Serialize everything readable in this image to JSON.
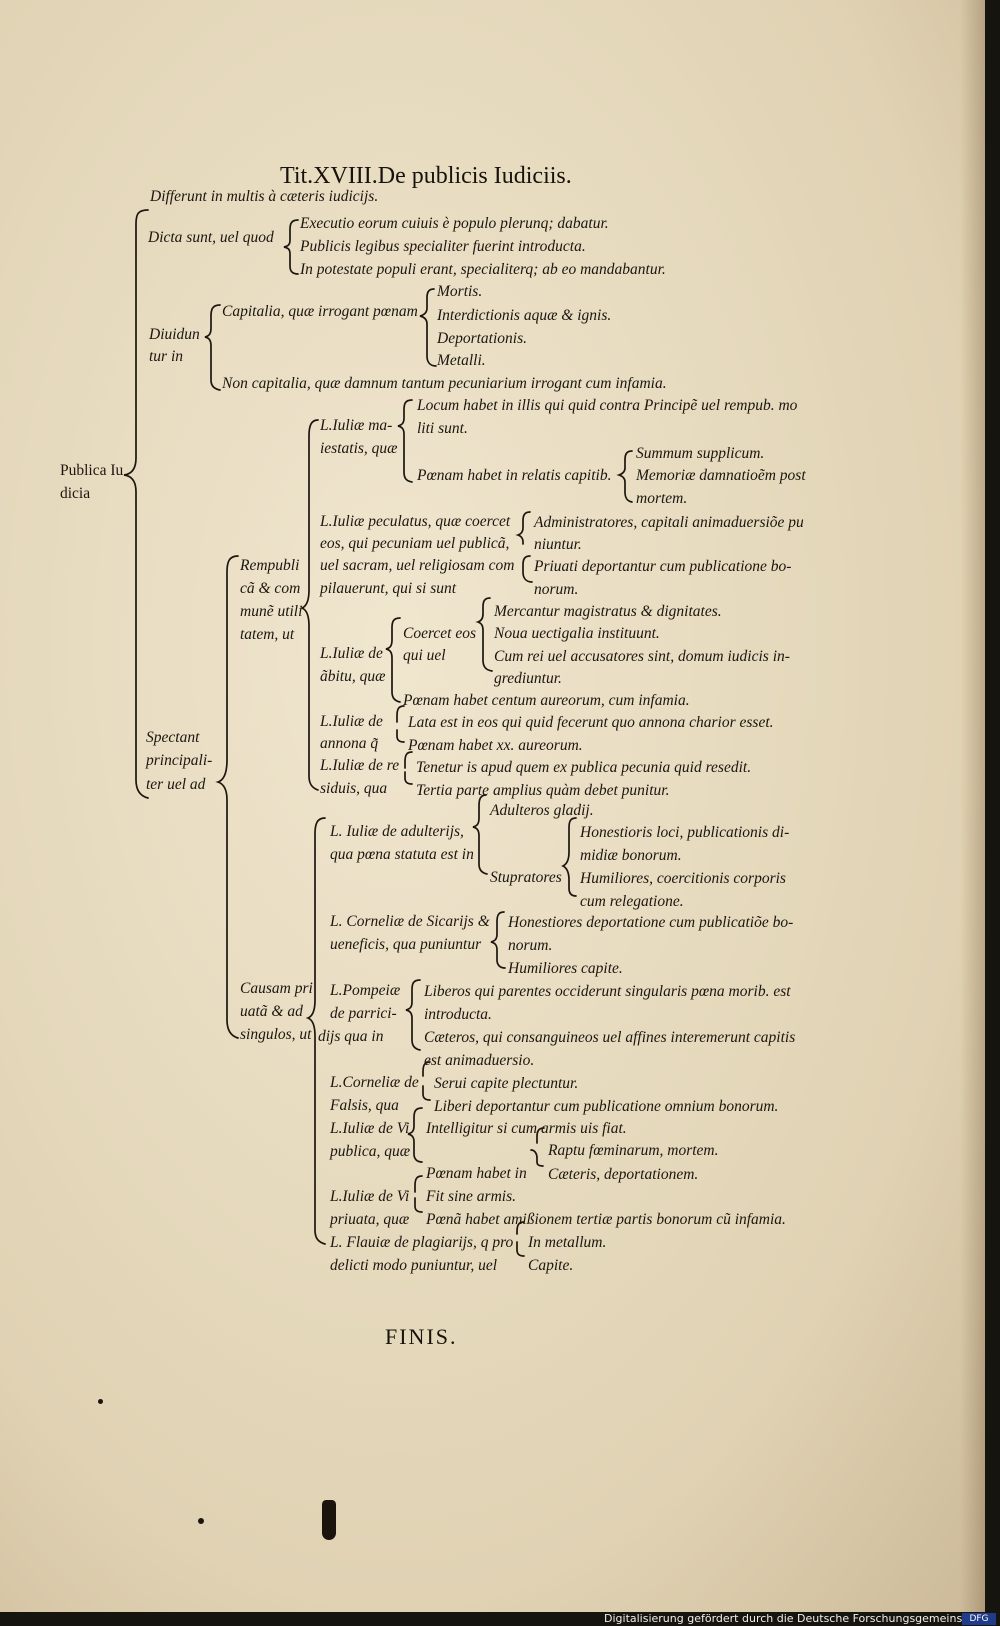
{
  "title": "Tit.XVIII.De publicis Iudiciis.",
  "finis": "FINIS.",
  "footer": "Digitalisierung gefördert durch die Deutsche Forschungsgemeinschaft ·",
  "footer_logo": "DFG",
  "lines": {
    "l01": "Differunt in multis à cæteris iudicijs.",
    "l02": "Dicta sunt, uel quod",
    "l03": "Executio eorum cuiuis è populo plerunq; dabatur.",
    "l04": "Publicis legibus specialiter fuerint introducta.",
    "l05": "In potestate populi erant, specialiterq; ab eo mandabantur.",
    "l06": "Mortis.",
    "l07": "Capitalia, quæ irrogant pœnam",
    "l08": "Interdictionis aquæ & ignis.",
    "l09": "Diuidun",
    "l10": "Deportationis.",
    "l11": "tur in",
    "l12": "Metalli.",
    "l13": "Non capitalia, quæ damnum tantum pecuniarium irrogant cum infamia.",
    "l14": "Locum habet in illis qui quid contra Principẽ uel rempub. mo",
    "l15": "L.Iuliæ ma-",
    "l16": "liti sunt.",
    "l17": "iestatis, quæ",
    "l18": "Summum supplicum.",
    "l19": "Publica Iu",
    "l20": "Pœnam habet in relatis capitib.",
    "l21": "Memoriæ damnatioẽm post",
    "l22": "dicia",
    "l23": "mortem.",
    "l24": "L.Iuliæ peculatus, quæ coercet",
    "l25": "Administratores, capitali animaduersiõe pu",
    "l26": "eos, qui pecuniam uel publicã,",
    "l27": "niuntur.",
    "l28": "Rempubli",
    "l29": "uel sacram, uel religiosam com",
    "l30": "Priuati deportantur cum publicatione bo-",
    "l31": "cã & com",
    "l32": "pilauerunt, qui si sunt",
    "l33": "norum.",
    "l34": "munẽ utili",
    "l35": "Mercantur magistratus & dignitates.",
    "l36": "tatem, ut",
    "l37": "Coercet eos",
    "l38": "Noua uectigalia instituunt.",
    "l39": "L.Iuliæ de",
    "l40": "qui uel",
    "l41": "Cum rei uel accusatores sint, domum iudicis in-",
    "l42": "ãbitu, quæ",
    "l43": "grediuntur.",
    "l44": "Pœnam habet centum aureorum, cum infamia.",
    "l45": "L.Iuliæ de",
    "l46": "Lata est in eos qui quid fecerunt quo annona charior esset.",
    "l47": "Spectant",
    "l48": "annona q̃",
    "l49": "Pœnam habet xx. aureorum.",
    "l50": "principali-",
    "l51": "L.Iuliæ de re",
    "l52": "Tenetur is apud quem ex publica pecunia quid resedit.",
    "l53": "ter uel ad",
    "l54": "siduis, qua",
    "l55": "Tertia parte amplius quàm debet punitur.",
    "l56": "Adulteros gladij.",
    "l57": "L. Iuliæ de adulterijs,",
    "l58": "Honestioris loci, publicationis di-",
    "l59": "qua pœna statuta est in",
    "l60": "midiæ bonorum.",
    "l61": "Stupratores",
    "l62": "Humiliores, coercitionis corporis",
    "l63": "cum relegatione.",
    "l64": "L. Corneliæ de Sicarijs &",
    "l65": "Honestiores deportatione cum publicatiõe bo-",
    "l66": "ueneficis, qua puniuntur",
    "l67": "norum.",
    "l68": "Humiliores capite.",
    "l69": "Causam pri",
    "l70": "L.Pompeiæ",
    "l71": "Liberos qui parentes occiderunt singularis pœna morib. est",
    "l72": "uatã & ad",
    "l73": "de parrici-",
    "l74": "introducta.",
    "l75": "singulos, ut",
    "l76": "dijs qua in",
    "l77": "Cæteros, qui consanguineos uel affines interemerunt capitis",
    "l78": "est animaduersio.",
    "l79": "L.Corneliæ de",
    "l80": "Serui capite plectuntur.",
    "l81": "Falsis, qua",
    "l82": "Liberi deportantur cum publicatione omnium bonorum.",
    "l83": "L.Iuliæ de Vi",
    "l84": "Intelligitur si cum armis uis fiat.",
    "l85": "publica, quæ",
    "l86": "Raptu fœminarum, mortem.",
    "l87": "Pœnam habet in",
    "l88": "Cæteris, deportationem.",
    "l89": "L.Iuliæ de Vi",
    "l90": "Fit sine armis.",
    "l91": "priuata, quæ",
    "l92": "Pœnã habet amißionem tertiæ partis bonorum cũ infamia.",
    "l93": "L. Flauiæ de plagiarijs, q pro",
    "l94": "In metallum.",
    "l95": "delicti modo puniuntur, uel",
    "l96": "Capite."
  }
}
